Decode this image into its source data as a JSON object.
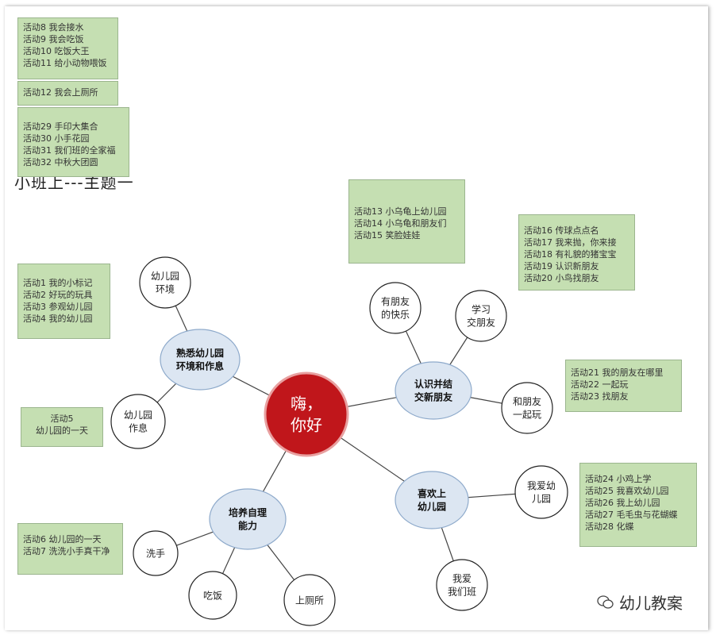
{
  "title": "小班上---主题一",
  "center": {
    "lines": [
      "嗨，",
      "你好"
    ],
    "color": "#c0161b"
  },
  "colors": {
    "activity_box": "#c5dfb2",
    "hub": "#dce6f2",
    "leaf": "#ffffff"
  },
  "hubs": [
    {
      "lines": [
        "熟悉幼儿园",
        "环境和作息"
      ]
    },
    {
      "lines": [
        "认识并结",
        "交新朋友"
      ]
    },
    {
      "lines": [
        "培养自理",
        "能力"
      ]
    },
    {
      "lines": [
        "喜欢上",
        "幼儿园"
      ]
    }
  ],
  "leaves": [
    {
      "lines": [
        "幼儿园",
        "环境"
      ]
    },
    {
      "lines": [
        "幼儿园",
        "作息"
      ]
    },
    {
      "lines": [
        "有朋友",
        "的快乐"
      ]
    },
    {
      "lines": [
        "学习",
        "交朋友"
      ]
    },
    {
      "lines": [
        "和朋友",
        "一起玩"
      ]
    },
    {
      "lines": [
        "我爱幼",
        "儿园"
      ]
    },
    {
      "lines": [
        "我爱",
        "我们班"
      ]
    },
    {
      "lines": [
        "洗手"
      ]
    },
    {
      "lines": [
        "吃饭"
      ]
    },
    {
      "lines": [
        "上厕所"
      ]
    }
  ],
  "activity_boxes": [
    {
      "items": [
        "活动8  我会接水",
        "活动9  我会吃饭",
        "活动10  吃饭大王",
        "活动11  给小动物喂饭"
      ]
    },
    {
      "items": [
        "活动12  我会上厕所"
      ]
    },
    {
      "items": [
        "活动29  手印大集合",
        "活动30  小手花园",
        "活动31  我们班的全家福",
        "活动32  中秋大团圆"
      ]
    },
    {
      "items": [
        "活动13  小乌龟上幼儿园",
        "活动14  小乌龟和朋友们",
        "活动15  笑脸娃娃"
      ]
    },
    {
      "items": [
        "活动16  传球点点名",
        "活动17  我来抛，你来接",
        "活动18  有礼貌的猪宝宝",
        "活动19  认识新朋友",
        "活动20  小鸟找朋友"
      ]
    },
    {
      "items": [
        "活动21  我的朋友在哪里",
        "活动22  一起玩",
        "活动23  找朋友"
      ]
    },
    {
      "items": [
        "活动24  小鸡上学",
        "活动25  我喜欢幼儿园",
        "活动26  我上幼儿园",
        "活动27  毛毛虫与花蝴蝶",
        "活动28  化蝶"
      ]
    },
    {
      "items": [
        "活动1  我的小标记",
        "活动2  好玩的玩具",
        "活动3  参观幼儿园",
        "活动4  我的幼儿园"
      ]
    },
    {
      "items": [
        "活动5",
        "幼儿园的一天"
      ]
    },
    {
      "items": [
        "活动6  幼儿园的一天",
        "活动7  洗洗小手真干净"
      ]
    }
  ],
  "watermark": {
    "text": "幼儿教案",
    "icon": "wechat-icon"
  }
}
